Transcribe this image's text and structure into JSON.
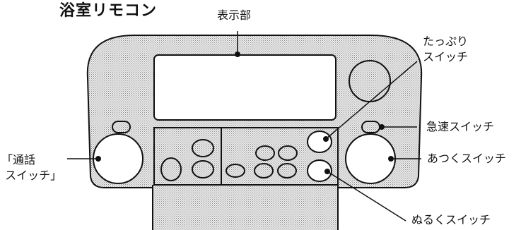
{
  "title": "浴室リモコン",
  "callouts": {
    "display": "表示部",
    "tappuri_switch": "たっぷり\nスイッチ",
    "kyusoku_switch": "急速スイッチ",
    "atsuku_switch": "あつくスイッチ",
    "nuruku_switch": "ぬるくスイッチ",
    "call_switch": "「通話\n スイッチ」"
  },
  "colors": {
    "body_fill": "#d9d9d9",
    "line": "#111111",
    "button_fill": "#ffffff"
  }
}
